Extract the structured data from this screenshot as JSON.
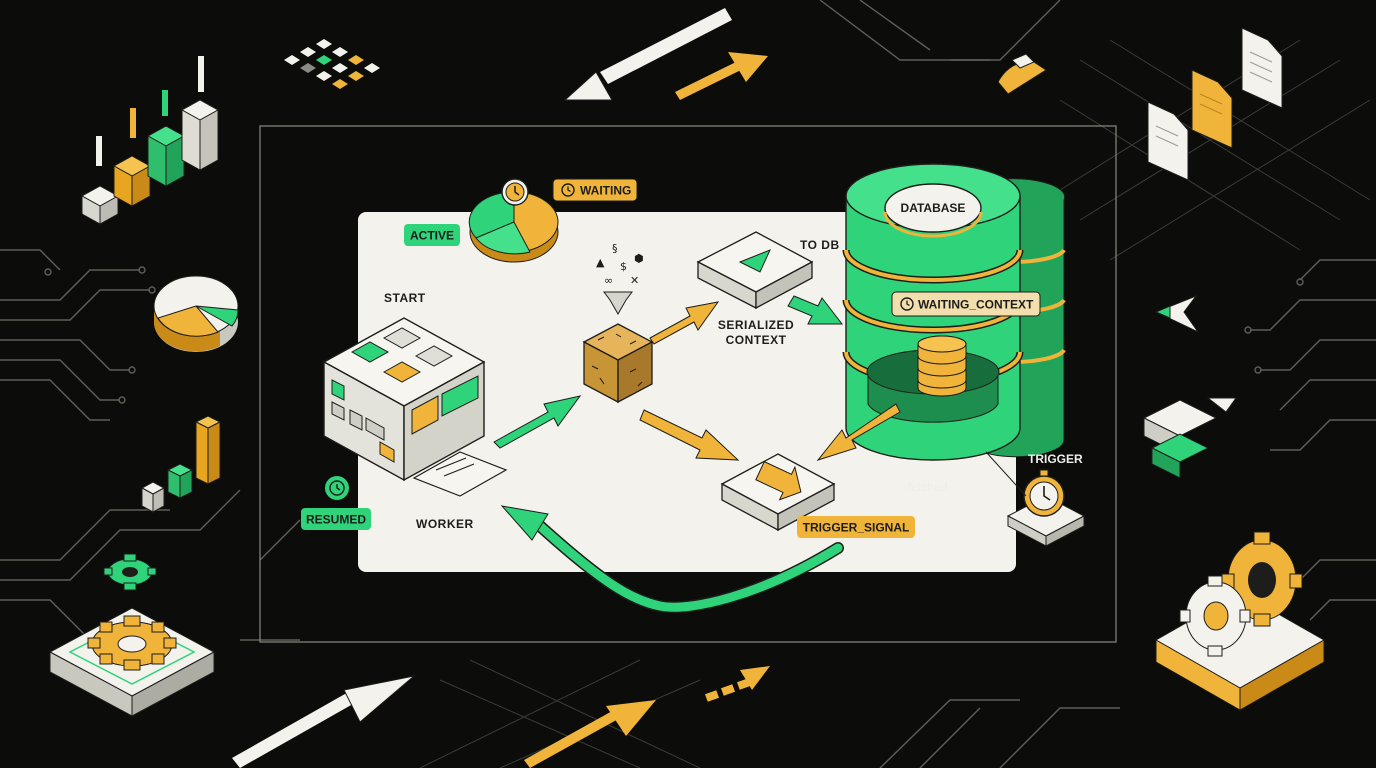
{
  "colors": {
    "background": "#0c0c0b",
    "panel": "#f3f2ec",
    "green": "#2fd37a",
    "amber": "#f0b43a",
    "ink": "#1d1d1b",
    "circuit": "#6f6f68"
  },
  "labels": {
    "active": "ACTIVE",
    "waiting": "WAITING",
    "start": "START",
    "to_db": "TO DB",
    "database": "DATABASE",
    "waiting_context": "WAITING_CONTEXT",
    "serialized_line1": "SERIALIZED",
    "serialized_line2": "CONTEXT",
    "resumed": "RESUMED",
    "worker": "WORKER",
    "trigger": "TRIGGER",
    "fetched": "fetched",
    "trigger_signal": "TRIGGER_SIGNAL"
  },
  "icons": [
    "clock-icon",
    "gear-icon",
    "database-icon",
    "cube-icon",
    "document-icon",
    "pie-chart-icon",
    "bar-chart-icon",
    "arrow-icon",
    "stopwatch-icon"
  ]
}
